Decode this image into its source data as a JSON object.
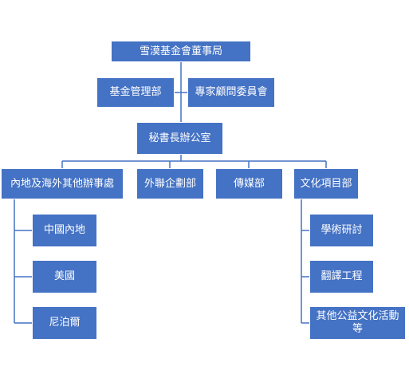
{
  "org_chart": {
    "board": {
      "label": "雪漠基金會董事局"
    },
    "assistants": [
      {
        "key": "fund-management",
        "label": "基金管理部"
      },
      {
        "key": "expert-advisory",
        "label": "專家顧問委員會"
      }
    ],
    "secretariat": {
      "label": "秘書長辦公室"
    },
    "departments": [
      {
        "key": "mainland-overseas",
        "label": "內地及海外其他辦事處",
        "children": [
          {
            "key": "china-mainland",
            "label": "中國內地"
          },
          {
            "key": "usa",
            "label": "美國"
          },
          {
            "key": "nepal",
            "label": "尼泊爾"
          }
        ]
      },
      {
        "key": "external-planning",
        "label": "外聯企劃部",
        "children": []
      },
      {
        "key": "media",
        "label": "傳媒部",
        "children": []
      },
      {
        "key": "culture-projects",
        "label": "文化項目部",
        "children": [
          {
            "key": "academic-seminar",
            "label": "學術研討"
          },
          {
            "key": "translation",
            "label": "翻譯工程"
          },
          {
            "key": "other-culture",
            "label": "其他公益文化活動等"
          }
        ]
      }
    ],
    "colors": {
      "box_fill": "#4472c4",
      "box_text": "#ffffff",
      "connector": "#4472c4"
    }
  }
}
